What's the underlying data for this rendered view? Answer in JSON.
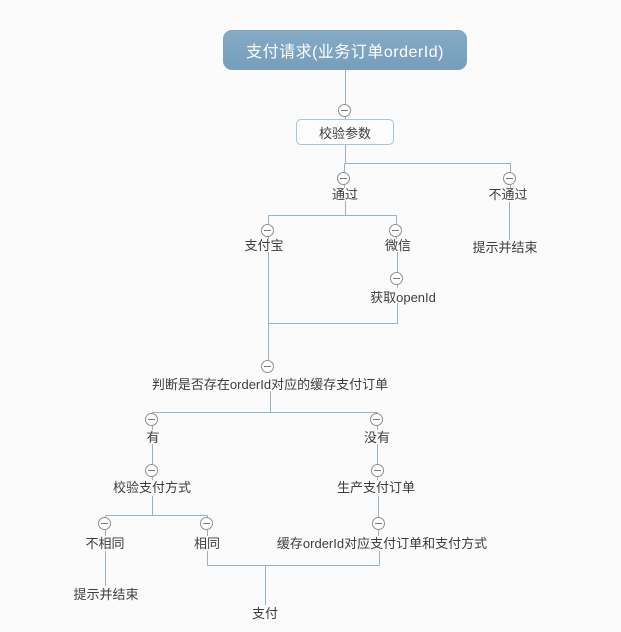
{
  "app": {
    "type": "mindmap-flowchart",
    "background": "#fbfbfb"
  },
  "colors": {
    "root_fill": "#7ba3bf",
    "root_text": "#ffffff",
    "node_text": "#3d3d3d",
    "connector_line": "#94b2c8",
    "boxed_node_border": "#a9c4d9",
    "boxed_node_fill": "#fcfcfc",
    "collapse_icon_border": "#8f8f8f",
    "collapse_icon_glyph": "#7a7a7a"
  },
  "icons": {
    "collapse": {
      "name": "collapse-minus-icon",
      "glyph": "−"
    }
  },
  "nodes": {
    "root": {
      "label": "支付请求(业务订单orderId)"
    },
    "check_params": {
      "label": "校验参数"
    },
    "pass": {
      "label": "通过"
    },
    "fail": {
      "label": "不通过"
    },
    "fail_end": {
      "label": "提示并结束"
    },
    "alipay": {
      "label": "支付宝"
    },
    "wechat": {
      "label": "微信"
    },
    "get_openid": {
      "label": "获取openId"
    },
    "judge_cache": {
      "label": "判断是否存在orderId对应的缓存支付订单"
    },
    "has": {
      "label": "有"
    },
    "has_not": {
      "label": "没有"
    },
    "verify_pay_method": {
      "label": "校验支付方式"
    },
    "create_pay_order": {
      "label": "生产支付订单"
    },
    "not_same": {
      "label": "不相同"
    },
    "same": {
      "label": "相同"
    },
    "cache_order": {
      "label": "缓存orderId对应支付订单和支付方式"
    },
    "not_same_end": {
      "label": "提示并结束"
    },
    "pay": {
      "label": "支付"
    }
  }
}
